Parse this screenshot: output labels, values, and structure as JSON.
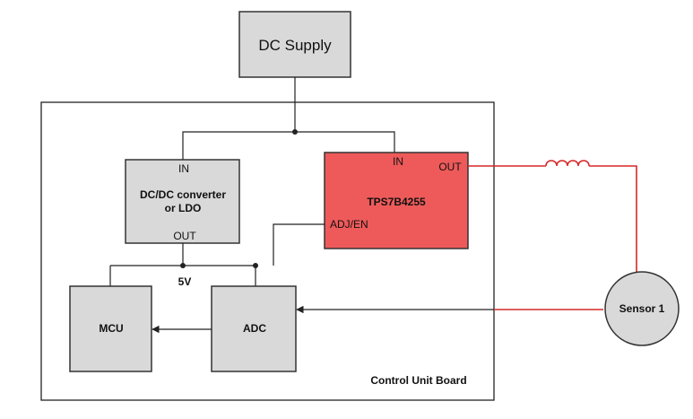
{
  "colors": {
    "block_fill": "#d9d9d9",
    "highlight_fill": "#ee5a5a",
    "sensor_wire": "#d62828",
    "line": "#222222"
  },
  "blocks": {
    "dc_supply": "DC Supply",
    "dcdc": {
      "line1": "DC/DC converter",
      "line2": "or LDO",
      "in": "IN",
      "out": "OUT"
    },
    "tps": {
      "name": "TPS7B4255",
      "in": "IN",
      "out": "OUT",
      "adj": "ADJ/EN"
    },
    "mcu": "MCU",
    "adc": "ADC",
    "sensor": "Sensor 1",
    "board": "Control Unit Board"
  },
  "net_labels": {
    "rail": "5V"
  }
}
